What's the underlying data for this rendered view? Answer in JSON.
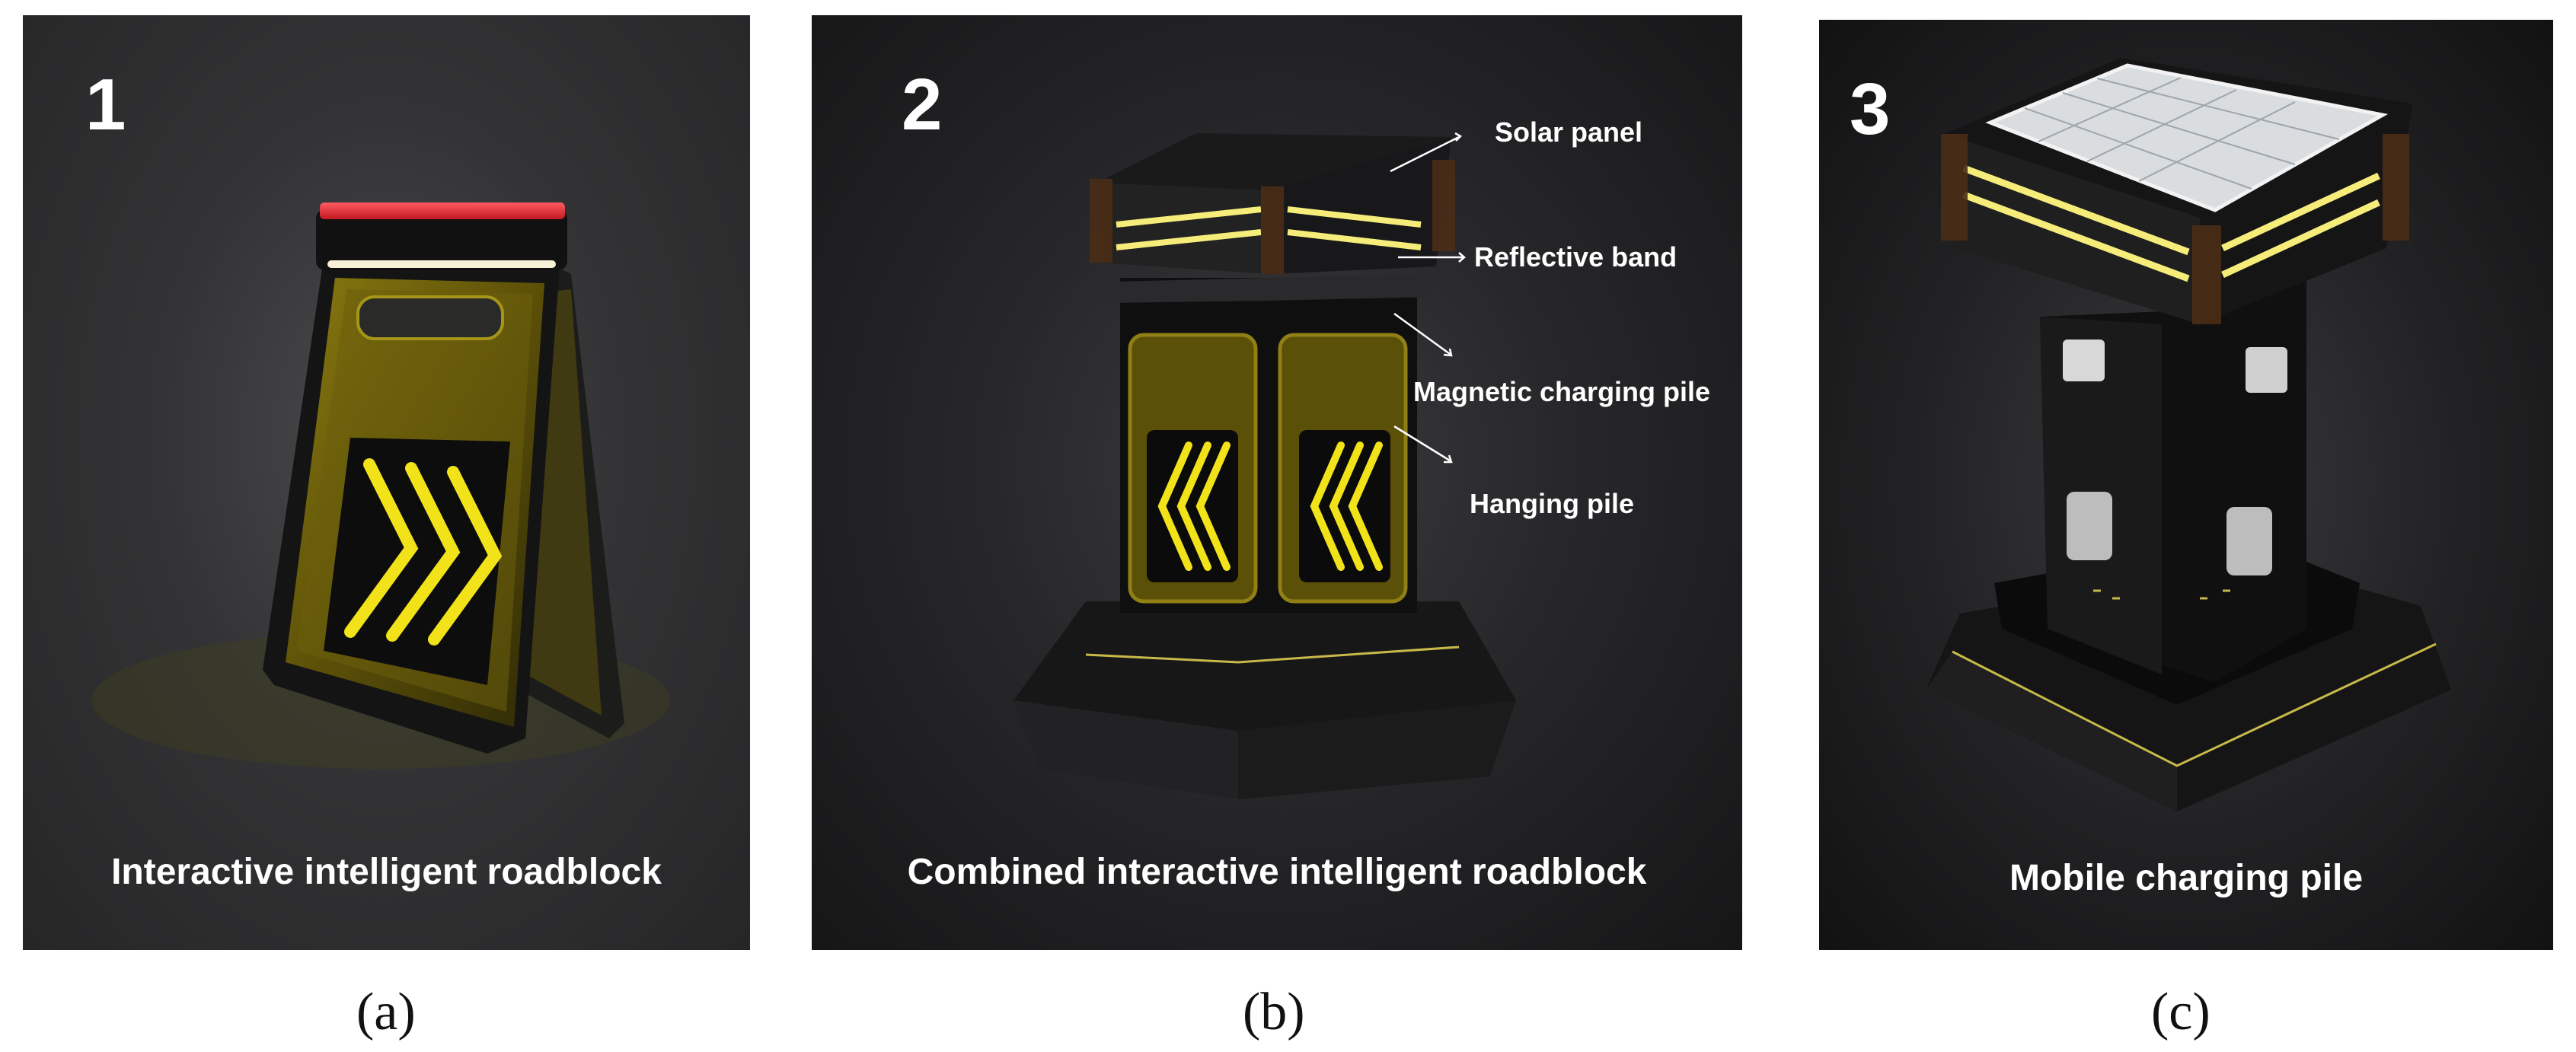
{
  "panels": [
    {
      "number": "1",
      "caption": "Interactive intelligent roadblock",
      "sublabel": "(a)"
    },
    {
      "number": "2",
      "caption": "Combined interactive intelligent roadblock",
      "sublabel": "(b)",
      "callouts": [
        "Solar panel",
        "Reflective band",
        "Magnetic charging pile",
        "Hanging pile"
      ]
    },
    {
      "number": "3",
      "caption": "Mobile charging pile",
      "sublabel": "(c)"
    }
  ],
  "colors": {
    "accent_yellow": "#f2e21a",
    "warning_red": "#e8323c",
    "panel_dark": "#1a1a1c"
  }
}
